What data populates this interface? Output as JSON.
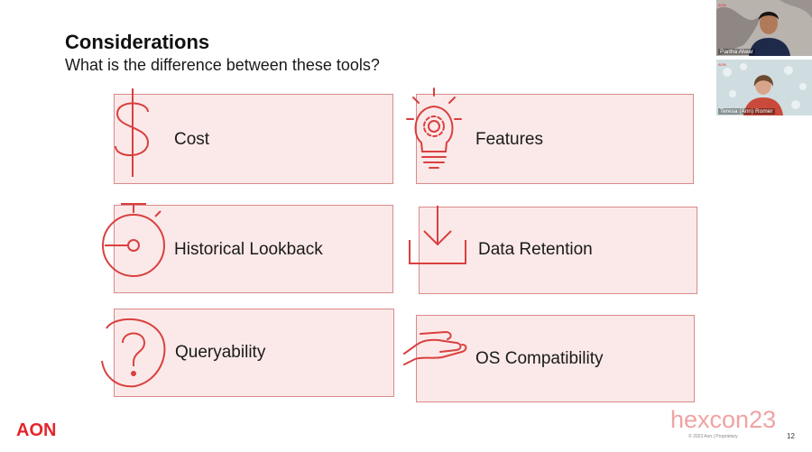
{
  "slide": {
    "title": "Considerations",
    "subtitle": "What is the difference between these tools?",
    "cards": [
      {
        "label": "Cost",
        "icon": "dollar-icon"
      },
      {
        "label": "Features",
        "icon": "lightbulb-gear-icon"
      },
      {
        "label": "Historical Lookback",
        "icon": "stopwatch-icon"
      },
      {
        "label": "Data Retention",
        "icon": "download-tray-icon"
      },
      {
        "label": "Queryability",
        "icon": "question-mark-icon"
      },
      {
        "label": "OS Compatibility",
        "icon": "hand-icon"
      }
    ],
    "logo": "AON",
    "event": "hexcon23",
    "footnote": "© 2023 Aon | Proprietary",
    "page_number": "12"
  },
  "participants": [
    {
      "name": "Partha Alwar",
      "badge": "AON"
    },
    {
      "name": "Teresa (Ann) Romer",
      "badge": "AON"
    }
  ],
  "colors": {
    "accent": "#e3262c",
    "card_fill": "#fbe9e9",
    "card_border": "#d98a8a",
    "icon_stroke": "#d9403f"
  }
}
